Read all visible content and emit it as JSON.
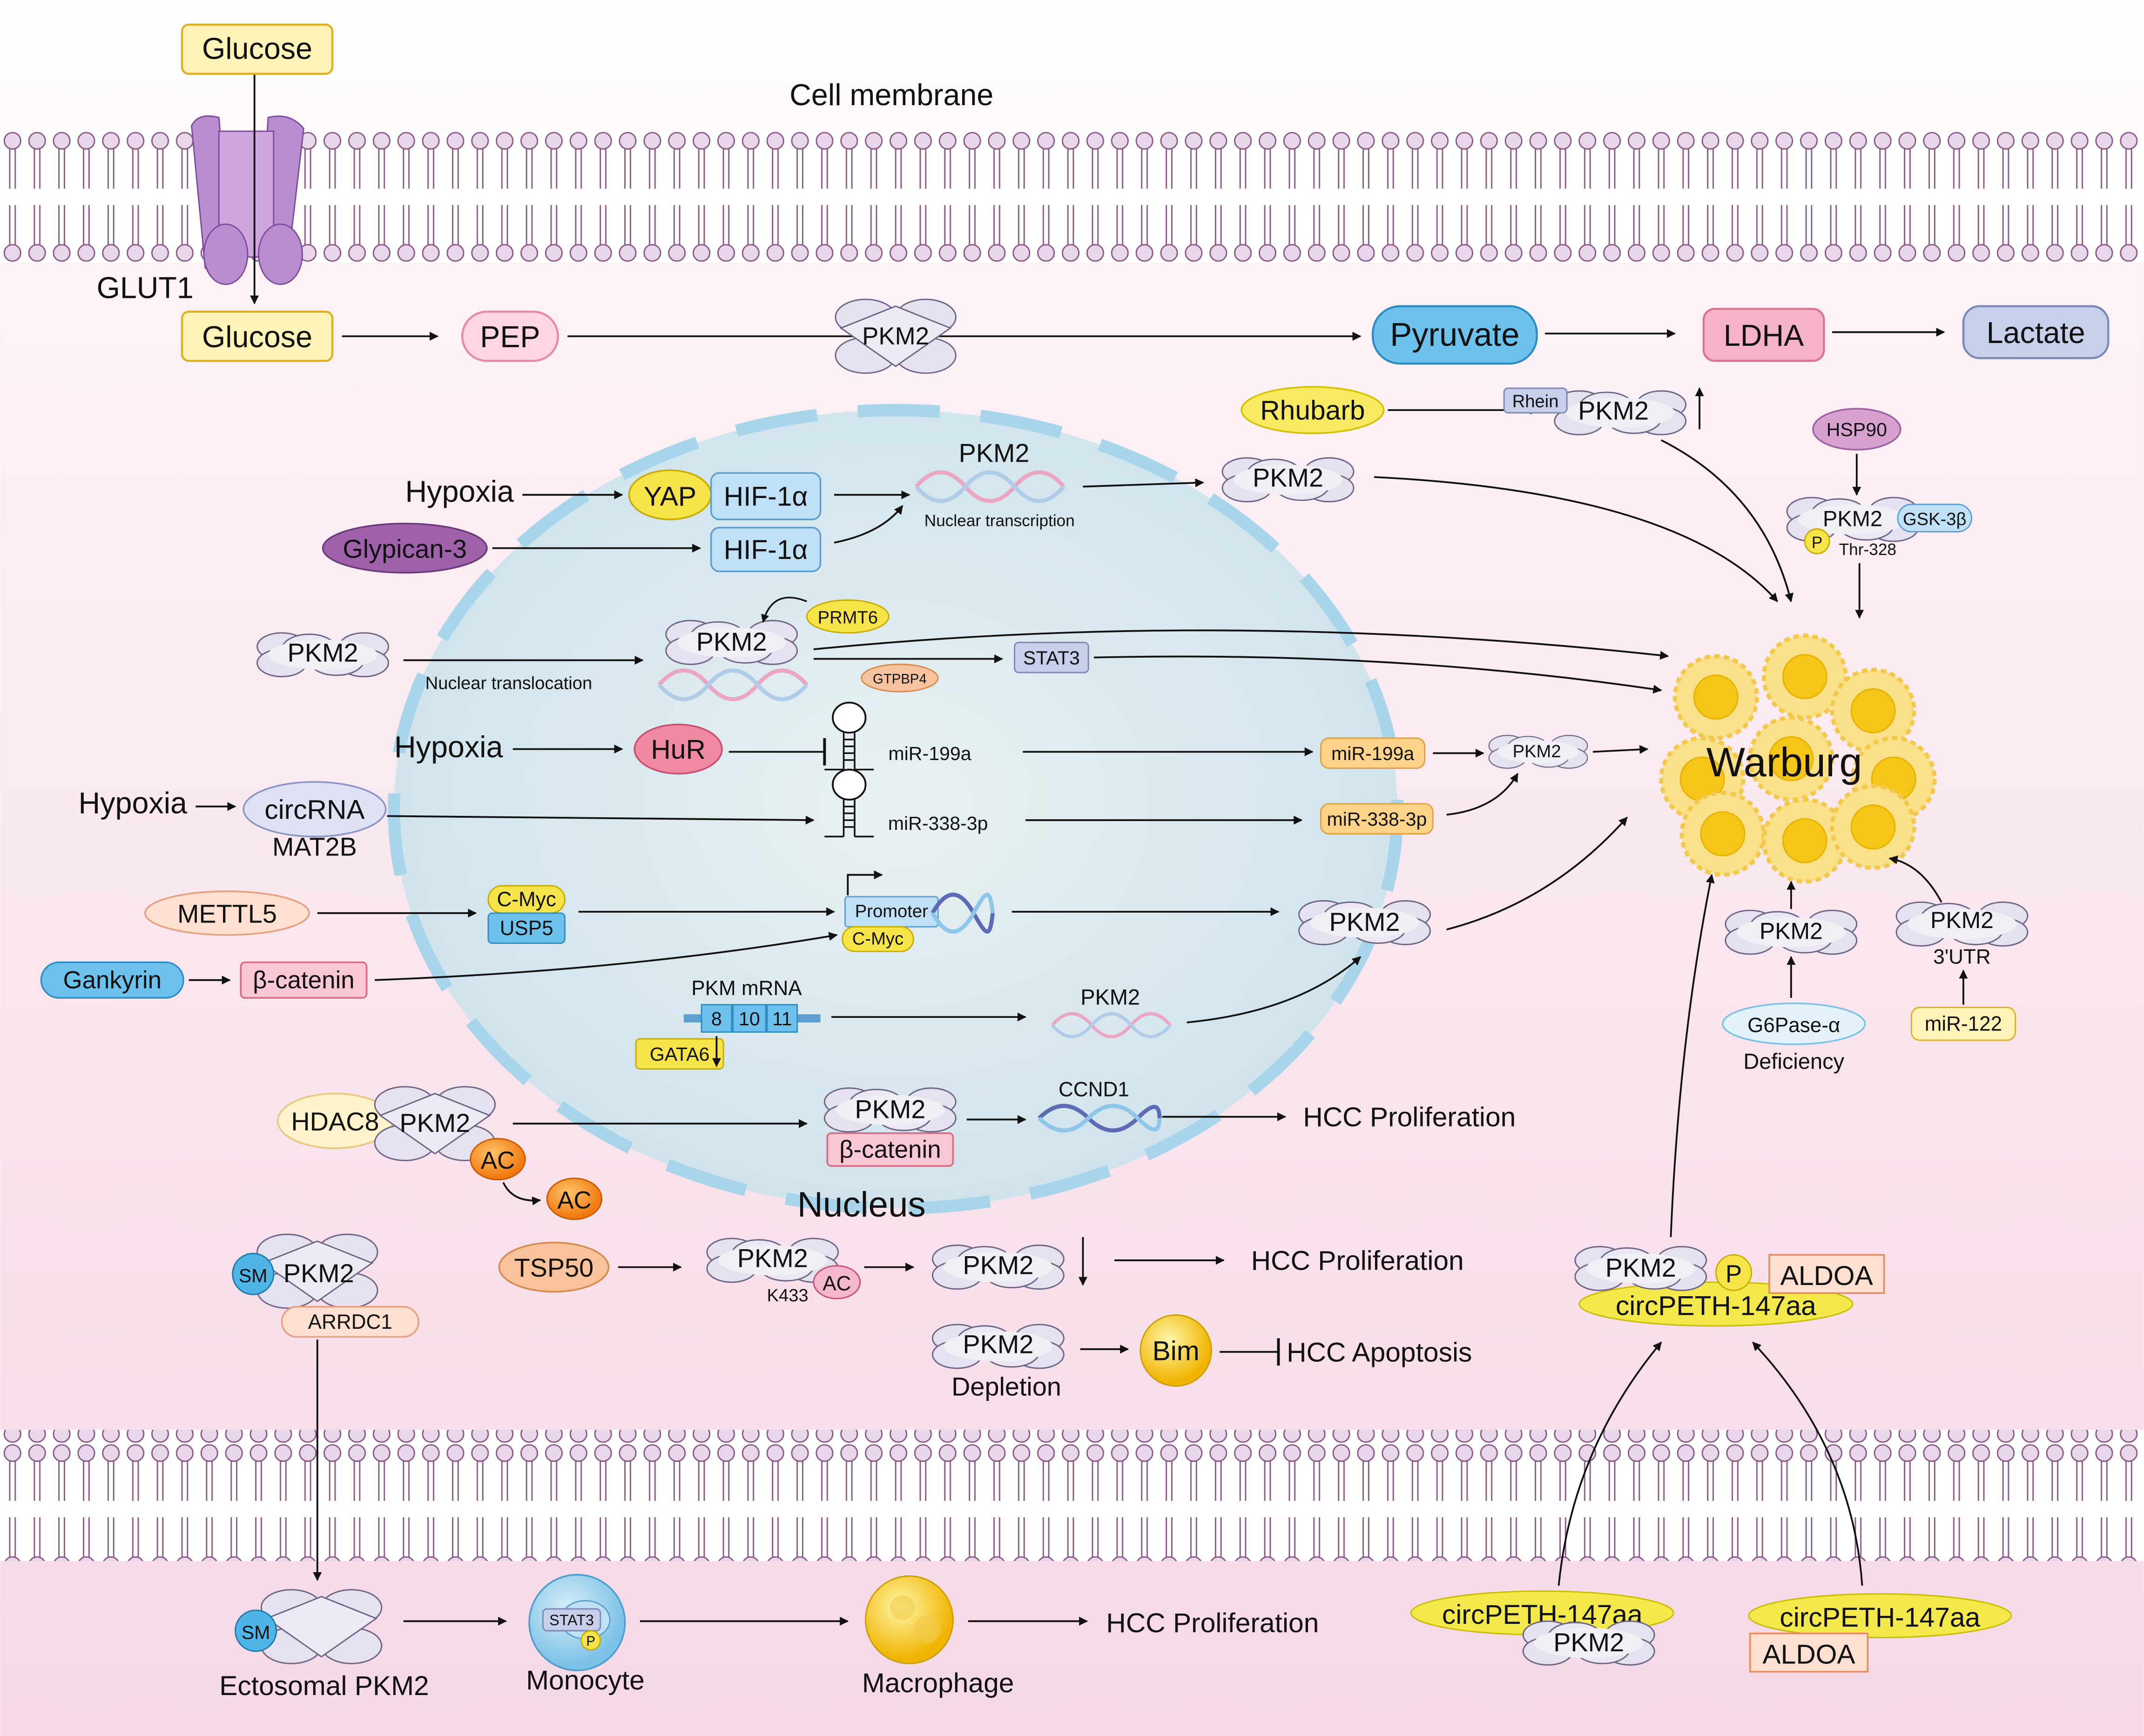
{
  "labels": {
    "cell_membrane": "Cell membrane",
    "glut1": "GLUT1",
    "nucleus": "Nucleus",
    "nuclear_transcription": "Nuclear transcription",
    "nuclear_translocation": "Nuclear translocation",
    "warburg": "Warburg",
    "mat2b": "MAT2B",
    "pkm_mrna": "PKM mRNA",
    "ccnd1": "CCND1",
    "k433": "K433",
    "depletion": "Depletion",
    "ectosomal_pkm2": "Ectosomal PKM2",
    "monocyte": "Monocyte",
    "macrophage": "Macrophage",
    "thr328": "Thr-328",
    "utr3": "3'UTR",
    "deficiency": "Deficiency",
    "promoter": "Promoter"
  },
  "molecules": {
    "glucose": "Glucose",
    "pep": "PEP",
    "pkm2": "PKM2",
    "pyruvate": "Pyruvate",
    "ldha": "LDHA",
    "lactate": "Lactate",
    "rhubarb": "Rhubarb",
    "rhein": "Rhein",
    "hsp90": "HSP90",
    "gsk3b": "GSK-3β",
    "p": "P",
    "hypoxia": "Hypoxia",
    "yap": "YAP",
    "hif1a": "HIF-1α",
    "glypican3": "Glypican-3",
    "prmt6": "PRMT6",
    "stat3": "STAT3",
    "gtpbp4": "GTPBP4",
    "hur": "HuR",
    "mir199a": "miR-199a",
    "circrna": "circRNA",
    "mir338": "miR-338-3p",
    "mettl5": "METTL5",
    "cmyc": "C-Myc",
    "usp5": "USP5",
    "gankyrin": "Gankyrin",
    "bcatenin": "β-catenin",
    "exon8": "8",
    "exon10": "10",
    "exon11": "11",
    "gata6": "GATA6",
    "hdac8": "HDAC8",
    "ac": "AC",
    "tsp50": "TSP50",
    "bim": "Bim",
    "sm": "SM",
    "arrdc1": "ARRDC1",
    "g6pase": "G6Pase-α",
    "mir122": "miR-122",
    "aldoa": "ALDOA",
    "circpeth": "circPETH-147aa"
  },
  "outcomes": {
    "hcc_proliferation": "HCC Proliferation",
    "hcc_apoptosis": "HCC Apoptosis"
  },
  "colors": {
    "background_top": "#ffffff",
    "background_bottom": "#f6d8e6",
    "membrane": "#8a5a86",
    "nucleus_fill": "#cfe6ee",
    "nucleus_border": "#a9d5ea",
    "warburg": "#f6c635",
    "glut1": "#b98ed1"
  }
}
